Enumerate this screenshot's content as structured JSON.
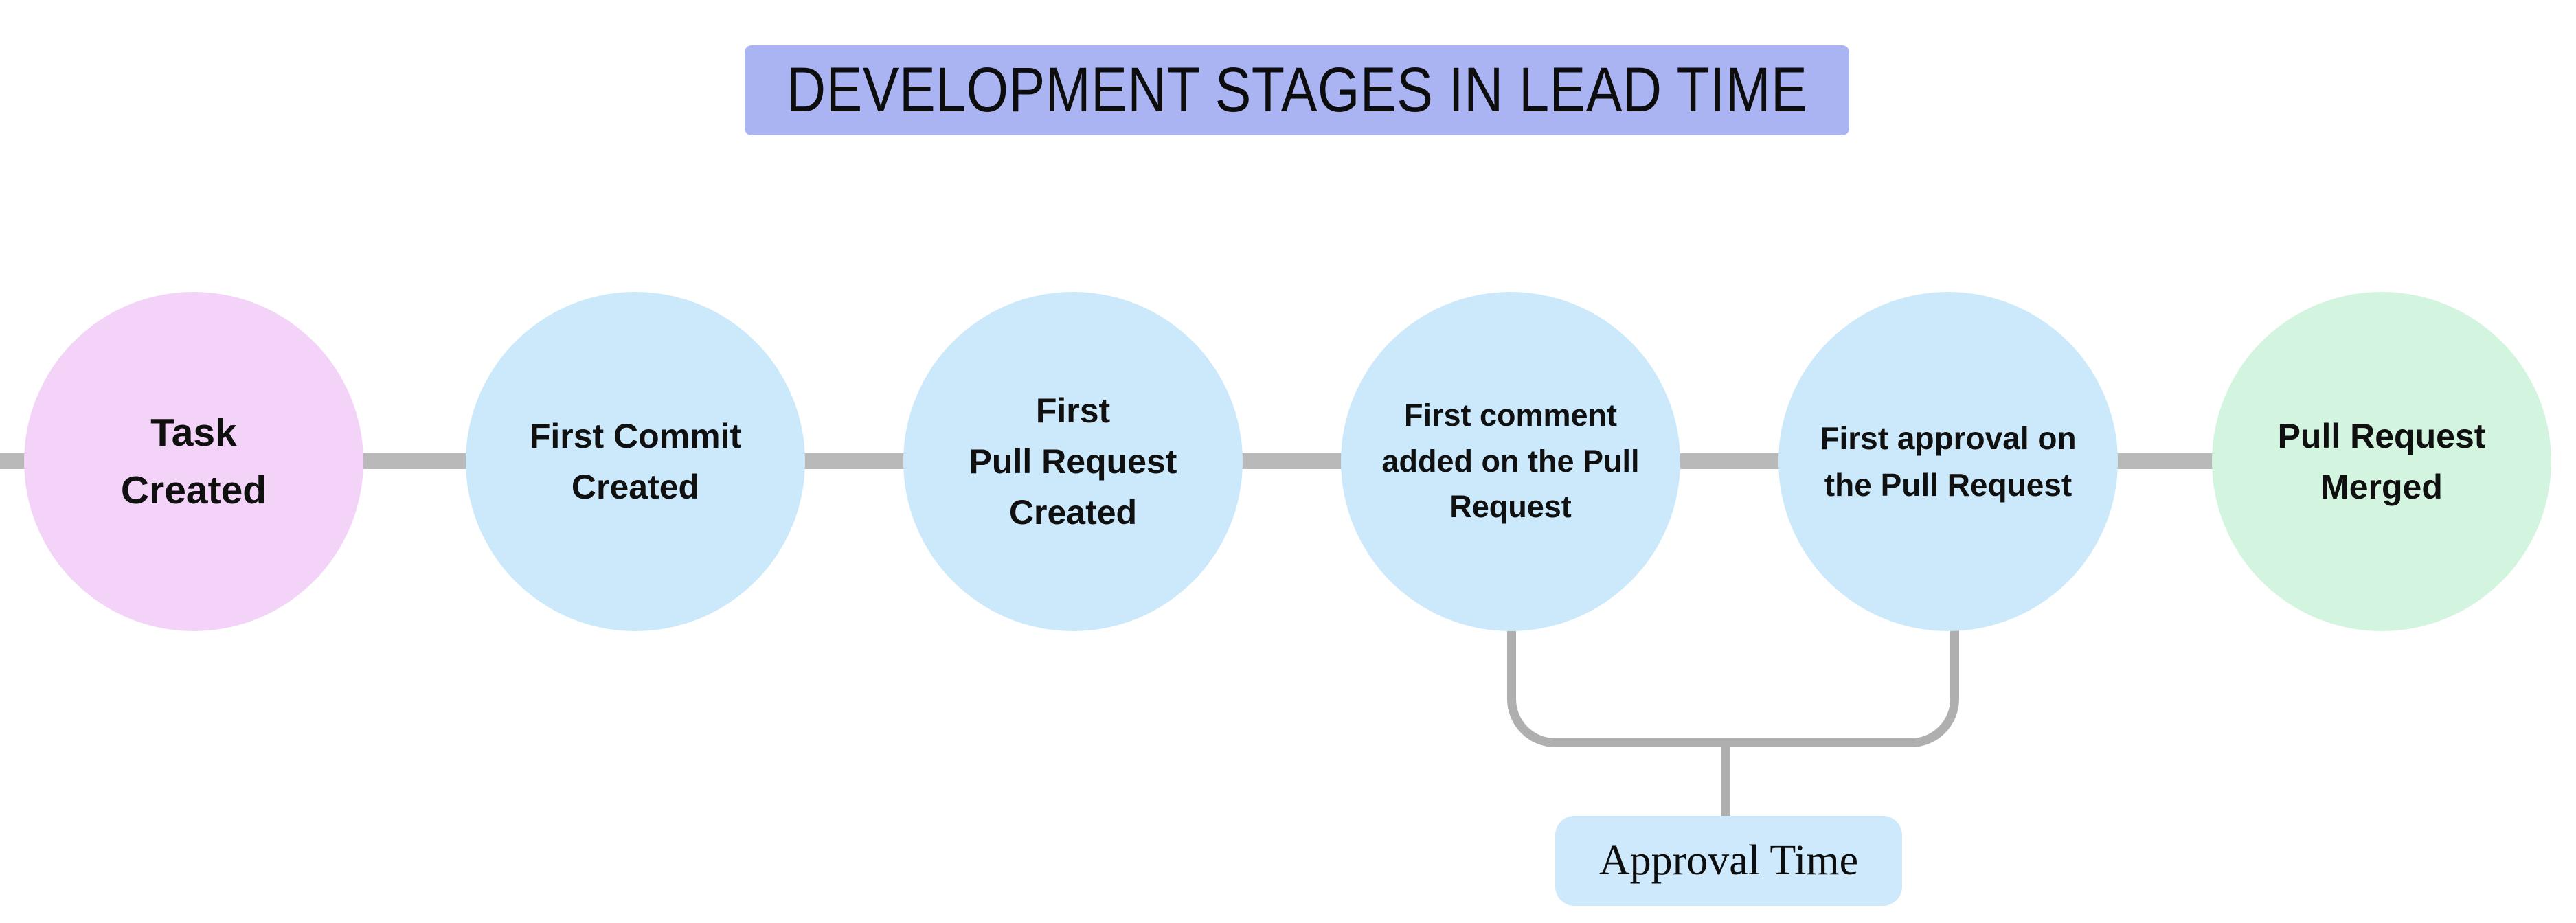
{
  "title": {
    "text": "DEVELOPMENT STAGES IN LEAD TIME",
    "bg_color": "#AAB4F2"
  },
  "connector_color": "#B9B9B9",
  "bracket_color": "#AFAFAF",
  "stages": [
    {
      "label": "Task\nCreated",
      "fill": "#F4D3F8"
    },
    {
      "label": "First Commit\nCreated",
      "fill": "#CBE9FB"
    },
    {
      "label": "First\nPull Request\nCreated",
      "fill": "#CBE9FB"
    },
    {
      "label": "First comment\nadded on the Pull\nRequest",
      "fill": "#CBE9FB"
    },
    {
      "label": "First approval on\nthe Pull Request",
      "fill": "#CBE9FB"
    },
    {
      "label": "Pull Request\nMerged",
      "fill": "#D3F4DF"
    }
  ],
  "annotation": {
    "label": "Approval Time",
    "bg_color": "#CDE9FB",
    "spans_from": "First comment added on the Pull Request",
    "spans_to": "First approval on the Pull Request"
  }
}
